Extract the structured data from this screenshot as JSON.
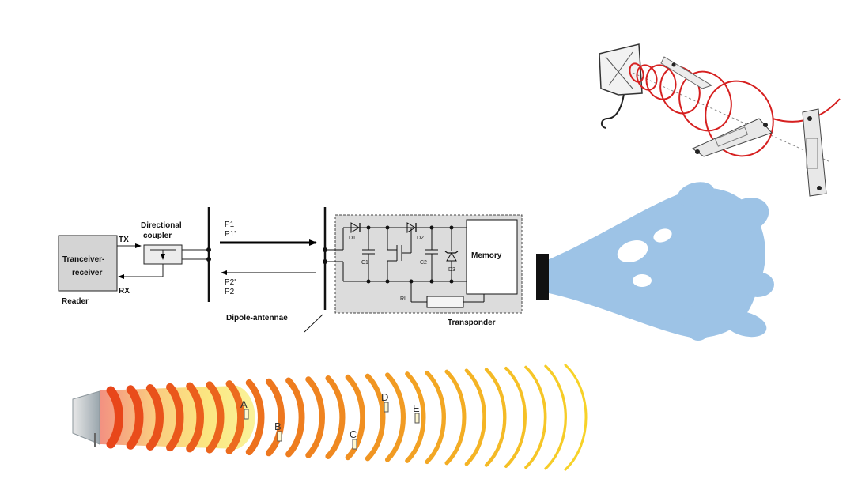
{
  "circuit": {
    "tranceiver_label_1": "Tranceiver-",
    "tranceiver_label_2": "receiver",
    "reader_label": "Reader",
    "tx_label": "TX",
    "rx_label": "RX",
    "coupler_label_1": "Directional",
    "coupler_label_2": "coupler",
    "p1_label": "P1",
    "p1prime_label": "P1'",
    "p2prime_label": "P2'",
    "p2_label": "P2",
    "dipole_label": "Dipole-antennae",
    "transponder_label": "Transponder",
    "memory_label": "Memory",
    "d1_label": "D1",
    "d2_label": "D2",
    "d3_label": "D3",
    "c1_label": "C1",
    "c2_label": "C2",
    "rl_label": "RL"
  },
  "wave_field": {
    "tags": [
      "A",
      "B",
      "C",
      "D",
      "E"
    ]
  },
  "colors": {
    "antenna_beam": "#9dc3e6",
    "wave_hot": "#e53a1a",
    "wave_warm": "#f7c814",
    "helix": "#d62020",
    "transponder_box": "#dcdcdc"
  }
}
